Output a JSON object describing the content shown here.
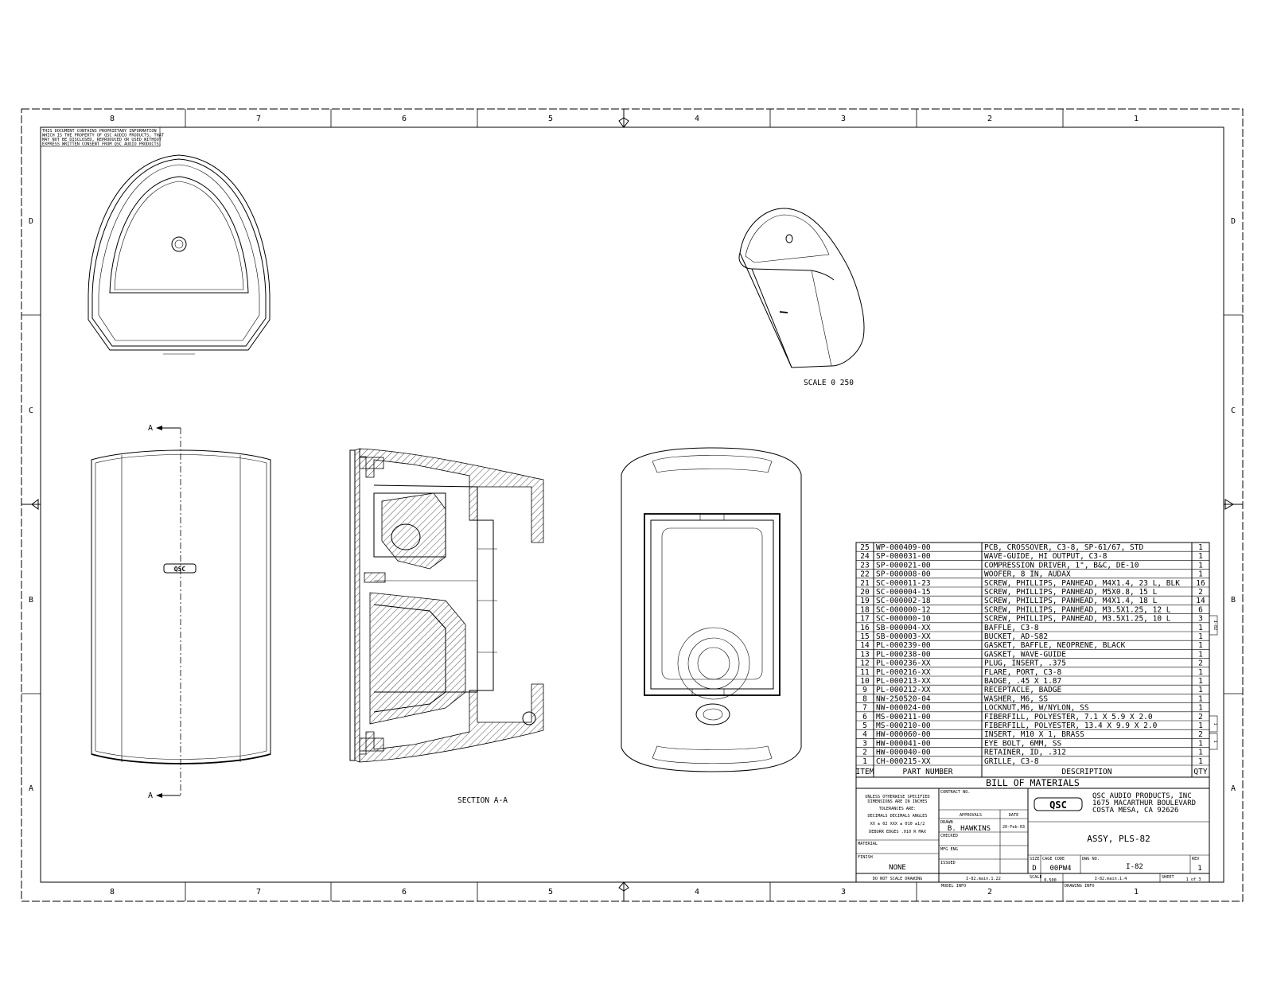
{
  "zones": {
    "columns": [
      "8",
      "7",
      "6",
      "5",
      "4",
      "3",
      "2",
      "1"
    ],
    "rows": [
      "D",
      "C",
      "B",
      "A"
    ]
  },
  "proprietary_notice": [
    "THIS DOCUMENT CONTAINS PROPRIETARY INFORMATION",
    "WHICH IS THE PROPERTY OF QSC AUDIO PRODUCTS, THAT",
    "MAY NOT BE DISCLOSED, REPRODUCED OR USED WITHOUT",
    "EXPRESS WRITTEN CONSENT FROM QSC AUDIO PRODUCTS."
  ],
  "views": {
    "iso_scale_label": "SCALE  0 250",
    "section_label": "SECTION  A-A",
    "section_marker": "A",
    "front_badge": "QSC"
  },
  "bom": {
    "title": "BILL OF MATERIALS",
    "headers": {
      "item": "ITEM",
      "part": "PART NUMBER",
      "desc": "DESCRIPTION",
      "qty": "QTY"
    },
    "rows": [
      {
        "item": "25",
        "part": "WP-000409-00",
        "desc": "PCB, CROSSOVER, C3-8, SP-61/67, STD",
        "qty": "1"
      },
      {
        "item": "24",
        "part": "SP-000031-00",
        "desc": "WAVE-GUIDE, HI OUTPUT, C3-8",
        "qty": "1"
      },
      {
        "item": "23",
        "part": "SP-000021-00",
        "desc": "COMPRESSION DRIVER, 1\", B&C, DE-10",
        "qty": "1"
      },
      {
        "item": "22",
        "part": "SP-000008-00",
        "desc": "WOOFER, 8 IN, AUDAX",
        "qty": "1"
      },
      {
        "item": "21",
        "part": "SC-000011-23",
        "desc": "SCREW, PHILLIPS, PANHEAD, M4X1.4, 23 L, BLK",
        "qty": "16"
      },
      {
        "item": "20",
        "part": "SC-000004-15",
        "desc": "SCREW, PHILLIPS, PANHEAD, M5X0.8, 15 L",
        "qty": "2"
      },
      {
        "item": "19",
        "part": "SC-000002-18",
        "desc": "SCREW, PHILLIPS, PANHEAD, M4X1.4, 18 L",
        "qty": "14"
      },
      {
        "item": "18",
        "part": "SC-000000-12",
        "desc": "SCREW, PHILLIPS, PANHEAD, M3.5X1.25, 12 L",
        "qty": "6"
      },
      {
        "item": "17",
        "part": "SC-000000-10",
        "desc": "SCREW, PHILLIPS, PANHEAD, M3.5X1.25, 10 L",
        "qty": "3"
      },
      {
        "item": "16",
        "part": "SB-000004-XX",
        "desc": "BAFFLE, C3-8",
        "qty": "1"
      },
      {
        "item": "15",
        "part": "SB-000003-XX",
        "desc": "BUCKET, AD-S82",
        "qty": "1"
      },
      {
        "item": "14",
        "part": "PL-000239-00",
        "desc": "GASKET, BAFFLE, NEOPRENE, BLACK",
        "qty": "1"
      },
      {
        "item": "13",
        "part": "PL-000238-00",
        "desc": "GASKET, WAVE-GUIDE",
        "qty": "1"
      },
      {
        "item": "12",
        "part": "PL-000236-XX",
        "desc": "PLUG, INSERT, .375",
        "qty": "2"
      },
      {
        "item": "11",
        "part": "PL-000216-XX",
        "desc": "FLARE, PORT, C3-8",
        "qty": "1"
      },
      {
        "item": "10",
        "part": "PL-000213-XX",
        "desc": "BADGE, .45 X 1.87",
        "qty": "1"
      },
      {
        "item": "9",
        "part": "PL-000212-XX",
        "desc": "RECEPTACLE, BADGE",
        "qty": "1"
      },
      {
        "item": "8",
        "part": "NW-250520-04",
        "desc": "WASHER, M6, SS",
        "qty": "1"
      },
      {
        "item": "7",
        "part": "NW-000024-00",
        "desc": "LOCKNUT,M6, W/NYLON, SS",
        "qty": "1"
      },
      {
        "item": "6",
        "part": "MS-000211-00",
        "desc": "FIBERFILL, POLYESTER, 7.1 X 5.9 X 2.0",
        "qty": "2"
      },
      {
        "item": "5",
        "part": "MS-000210-00",
        "desc": "FIBERFILL, POLYESTER, 13.4 X 9.9 X 2.0",
        "qty": "1"
      },
      {
        "item": "4",
        "part": "HW-000060-00",
        "desc": "INSERT, M10 X 1, BRASS",
        "qty": "2"
      },
      {
        "item": "3",
        "part": "HW-000041-00",
        "desc": "EYE BOLT, 6MM, SS",
        "qty": "1"
      },
      {
        "item": "2",
        "part": "HW-000040-00",
        "desc": "RETAINER, ID, .312",
        "qty": "1"
      },
      {
        "item": "1",
        "part": "CH-000215-XX",
        "desc": "GRILLE, C3-8",
        "qty": "1"
      }
    ],
    "side_notes": [
      "I-82",
      "1",
      "1"
    ]
  },
  "title_block": {
    "unless_lines": [
      "UNLESS OTHERWISE SPECIFIED",
      "DIMENSIONS ARE IN INCHES"
    ],
    "tolerances_label": "TOLERANCES ARE:",
    "tol_header": "DECIMALS  DECIMALS  ANGLES",
    "tol_values": "XX ± 02   XXX ± 010   ±1/2",
    "tol_edges": "DEBURR EDGES .010 R MAX",
    "material_label": "MATERIAL",
    "finish_label": "FINISH",
    "finish_value": "NONE",
    "contract_label": "CONTRACT NO.",
    "approvals_label": "APPROVALS",
    "date_label": "DATE",
    "drawn_label": "DRAWN",
    "drawn_value": "B. HAWKINS",
    "drawn_date": "20-Feb-03",
    "checked_label": "CHECKED",
    "mfg_label": "MFG ENG",
    "issued_label": "ISSUED",
    "company_logo": "QSC",
    "company_name": "QSC AUDIO PRODUCTS, INC",
    "company_addr1": "1675 MACARTHUR BOULEVARD",
    "company_addr2": "COSTA MESA, CA  92626",
    "title": "ASSY, PLS-82",
    "size_label": "SIZE",
    "size_value": "D",
    "cage_label": "CAGE CODE",
    "cage_value": "00PW4",
    "dwg_label": "DWG NO.",
    "dwg_value": "I-82",
    "rev_label": "REV",
    "rev_value": "1",
    "dont_scale": "DO NOT SCALE DRAWING",
    "model_file": "I-82.main.1.22",
    "model_info": "MODEL INFO",
    "scale_label": "SCALE",
    "scale_value": "0.500",
    "drawing_file": "I-82.main.1.4",
    "drawing_info": "DRAWING INFO",
    "sheet_label": "SHEET",
    "sheet_value": "1 of 3"
  }
}
